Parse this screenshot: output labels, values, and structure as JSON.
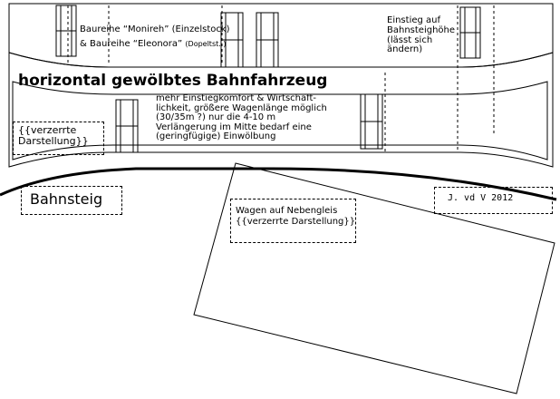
{
  "labels": {
    "baureihe_line1": "Baureihe “Monireh” (Einzelstock)",
    "baureihe_line2_main": "& Baureihe “Eleonora” ",
    "baureihe_line2_small": "(Dopeltst..)",
    "einstieg_lines": [
      "Einstieg auf",
      "Bahnsteighöhe",
      "(lässt sich",
      "ändern)"
    ],
    "title": "horizontal gewölbtes Bahnfahrzeug",
    "comfort_lines": [
      "mehr Einstiegkomfort &  Wirtschaft-",
      "lichkeit, größere Wagenlänge möglich",
      "(30/35m ?) nur die 4-10 m",
      "Verlängerung im Mitte bedarf eine",
      "(geringfügige) Einwölbung"
    ],
    "distorted_note_lines": [
      "{{verzerrte",
      "Darstellung}}"
    ],
    "bahnsteig": "Bahnsteig",
    "credit": "J. vd V  2012",
    "wagen_lines": [
      "Wagen auf Nebengleis",
      "{{verzerrte Darstellung}}"
    ]
  }
}
